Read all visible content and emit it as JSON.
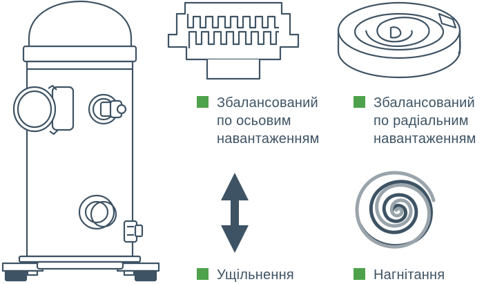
{
  "colors": {
    "stroke": "#3e5364",
    "fill": "#ffffff",
    "legend_square": "#4ea24b",
    "text": "#3e5364",
    "spiral_light": "#9aa4ab",
    "spiral_dark": "#3e5364"
  },
  "legends": {
    "axial": {
      "lines": [
        "Збалансований",
        "по осьовим",
        "навантаженням"
      ]
    },
    "radial": {
      "lines": [
        "Збалансований",
        "по радіальним",
        "навантаженням"
      ]
    },
    "sealing": {
      "lines": [
        "Ущільнення"
      ]
    },
    "discharge": {
      "lines": [
        "Нагнітання"
      ]
    }
  },
  "icons": {
    "compressor": "scroll-compressor-illustration",
    "axial": "scroll-cross-section-icon",
    "radial": "scroll-ring-icon",
    "sealing": "double-arrow-vertical-icon",
    "discharge": "spiral-icon"
  }
}
